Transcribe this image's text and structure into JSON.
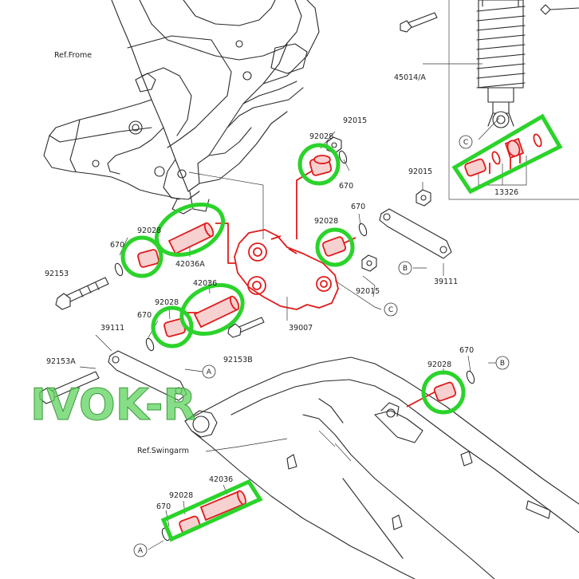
{
  "reference_labels": {
    "frame": "Ref.Frome",
    "swingarm": "Ref.Swingarm"
  },
  "part_numbers": {
    "p92028_top": "92028",
    "p92015_top": "92015",
    "p670_top": "670",
    "p45014": "45014/A",
    "p13326": "13326",
    "p92015_right": "92015",
    "p92028_mid": "92028",
    "p670_mid": "670",
    "p92015_lower": "92015",
    "p39111_right": "39111",
    "p92028_left": "92028",
    "p670_left": "670",
    "p42036A": "42036A",
    "p92153": "92153",
    "p42036_mid": "42036",
    "p92028_mid2": "92028",
    "p670_mid2": "670",
    "p39111_left": "39111",
    "p39007": "39007",
    "p92153B": "92153B",
    "p92153A": "92153A",
    "p92028_right": "92028",
    "p670_right": "670",
    "p42036_bottom": "42036",
    "p92028_bottom": "92028",
    "p670_bottom": "670"
  },
  "callouts": {
    "c_top": "C",
    "c_mid": "C",
    "b_mid": "B",
    "b_right": "B",
    "a_mid": "A",
    "a_bottom": "A"
  },
  "watermark": "IVOK-R",
  "highlight_color": "#2bd32b",
  "part_color": "#e11b1b"
}
